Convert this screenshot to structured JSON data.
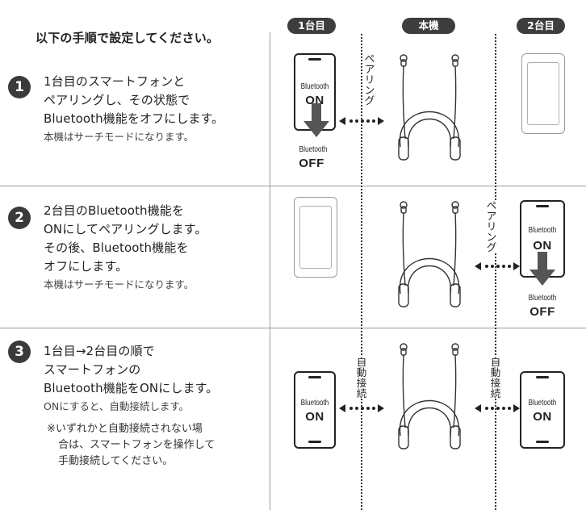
{
  "intro": "以下の手順で設定してください。",
  "headers": {
    "first": "1台目",
    "main": "本機",
    "second": "2台目"
  },
  "steps": [
    {
      "num": "1",
      "lines": [
        "1台目のスマートフォンと",
        "ペアリングし、その状態で",
        "Bluetooth機能をオフにします。"
      ],
      "sub": "本機はサーチモードになります。"
    },
    {
      "num": "2",
      "lines": [
        "2台目のBluetooth機能を",
        "ONにしてペアリングします。",
        "その後、Bluetooth機能を",
        "オフにします。"
      ],
      "sub": "本機はサーチモードになります。"
    },
    {
      "num": "3",
      "lines": [
        "1台目→2台目の順で",
        "スマートフォンの",
        "Bluetooth機能をONにします。"
      ],
      "sub": "ONにすると、自動接続します。",
      "note": [
        "※いずれかと自動接続されない場",
        "合は、スマートフォンを操作して",
        "手動接続してください。"
      ]
    }
  ],
  "labels": {
    "bluetooth": "Bluetooth",
    "on": "ON",
    "off": "OFF",
    "pairing": [
      "ペ",
      "ア",
      "リ",
      "ン",
      "グ"
    ],
    "auto_connect": [
      "自",
      "動",
      "接",
      "続"
    ]
  },
  "colors": {
    "dark": "#3d3d3d",
    "arrow": "#555555",
    "divider": "#9a9a9a"
  }
}
